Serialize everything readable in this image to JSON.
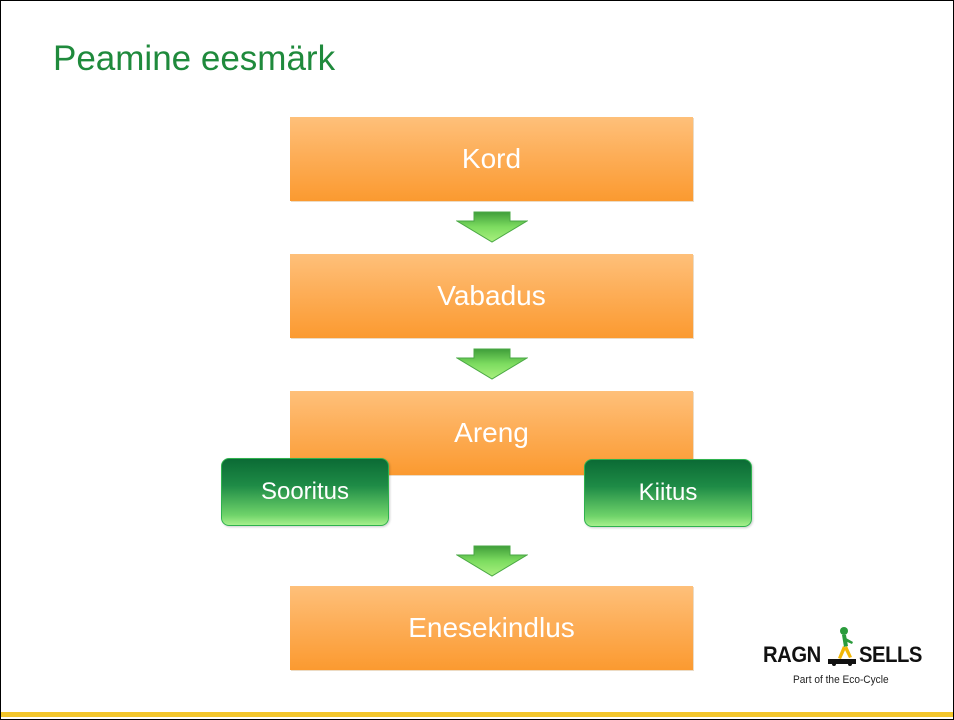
{
  "slide": {
    "title": "Peamine eesmärk"
  },
  "flow": {
    "boxes": [
      {
        "label": "Kord"
      },
      {
        "label": "Vabadus"
      },
      {
        "label": "Areng"
      },
      {
        "label": "Enesekindlus"
      }
    ],
    "tags": [
      {
        "label": "Sooritus"
      },
      {
        "label": "Kiitus"
      }
    ],
    "arrow_icon": "down-arrow-icon"
  },
  "logo": {
    "left_text": "RAGN",
    "right_text": "SELLS",
    "tagline": "Part of the Eco-Cycle",
    "icon": "recycling-figure-icon"
  },
  "colors": {
    "title": "#1f8a3c",
    "box_orange": "#fdae58",
    "tag_green": "#1e8b46",
    "arrow_green": "#7ddc60",
    "bottom_line": "#f3c62b"
  }
}
